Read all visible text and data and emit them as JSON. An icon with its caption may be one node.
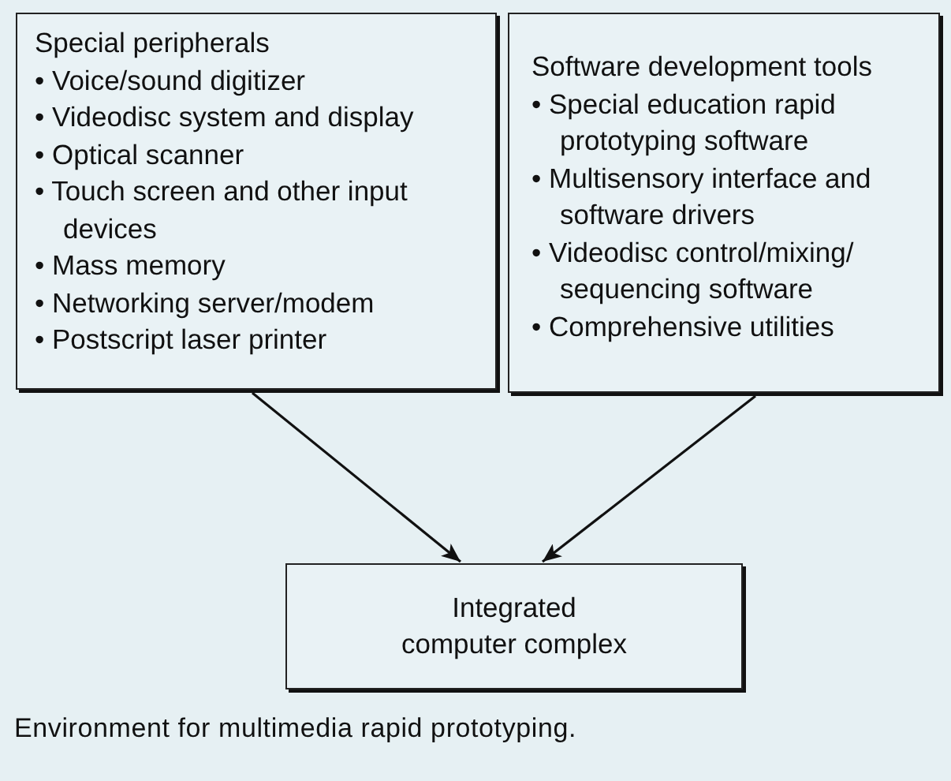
{
  "diagram": {
    "caption": "Environment for multimedia rapid prototyping.",
    "nodes": [
      {
        "text": [
          "Special peripherals",
          "• Voice/sound digitizer",
          "• Videodisc system and display",
          "• Optical scanner",
          "• Touch screen and other input devices",
          "• Mass memory",
          "• Networking server/modem",
          "• Postscript laser printer"
        ]
      },
      {
        "text": [
          "Software development tools",
          "• Special education rapid prototyping software",
          "• Multisensory interface and software drivers",
          "• Videodisc control/mixing/ sequencing software",
          "• Comprehensive utilities"
        ]
      },
      {
        "text": [
          "Integrated computer complex"
        ]
      }
    ],
    "edges": [
      {
        "from": 0,
        "to": 2,
        "arrow": "to"
      },
      {
        "from": 1,
        "to": 2,
        "arrow": "to"
      }
    ]
  }
}
